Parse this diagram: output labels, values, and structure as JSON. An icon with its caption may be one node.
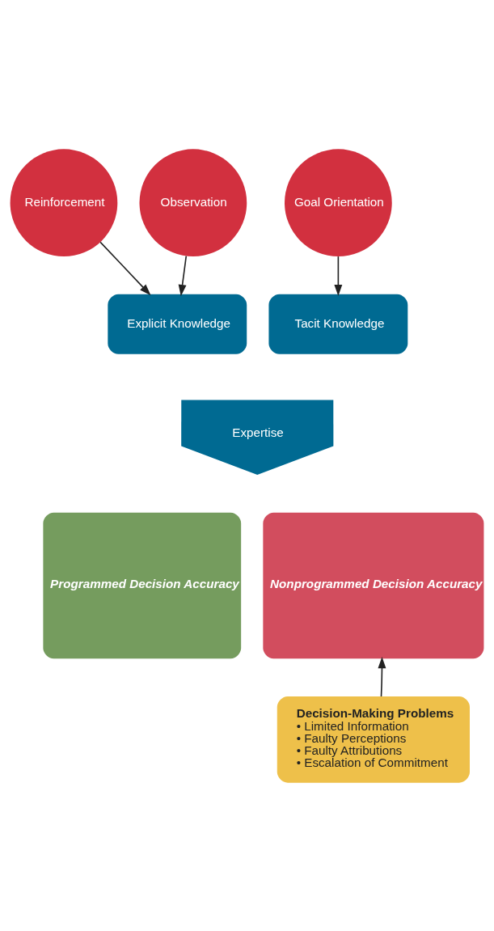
{
  "diagram": {
    "nodes": [
      {
        "text": [
          "Reinforcement"
        ]
      },
      {
        "text": [
          "Observation"
        ]
      },
      {
        "text": [
          "Goal Orientation"
        ]
      },
      {
        "text": [
          "Explicit Knowledge"
        ]
      },
      {
        "text": [
          "Tacit Knowledge"
        ]
      },
      {
        "text": [
          "Expertise"
        ]
      },
      {
        "text": [
          "Programmed Decision Accuracy"
        ]
      },
      {
        "text": [
          "Nonprogrammed Decision Accuracy"
        ]
      },
      {
        "text": [
          "Decision-Making Problems",
          "• Limited Information",
          "• Faulty Perceptions",
          "• Faulty Attributions",
          "• Escalation of Commitment"
        ]
      }
    ],
    "edges": [
      {
        "from": 0,
        "to": 3,
        "arrow": "to"
      },
      {
        "from": 1,
        "to": 3,
        "arrow": "to"
      },
      {
        "from": 2,
        "to": 4,
        "arrow": "to"
      },
      {
        "from": 8,
        "to": 7,
        "arrow": "to"
      }
    ]
  }
}
